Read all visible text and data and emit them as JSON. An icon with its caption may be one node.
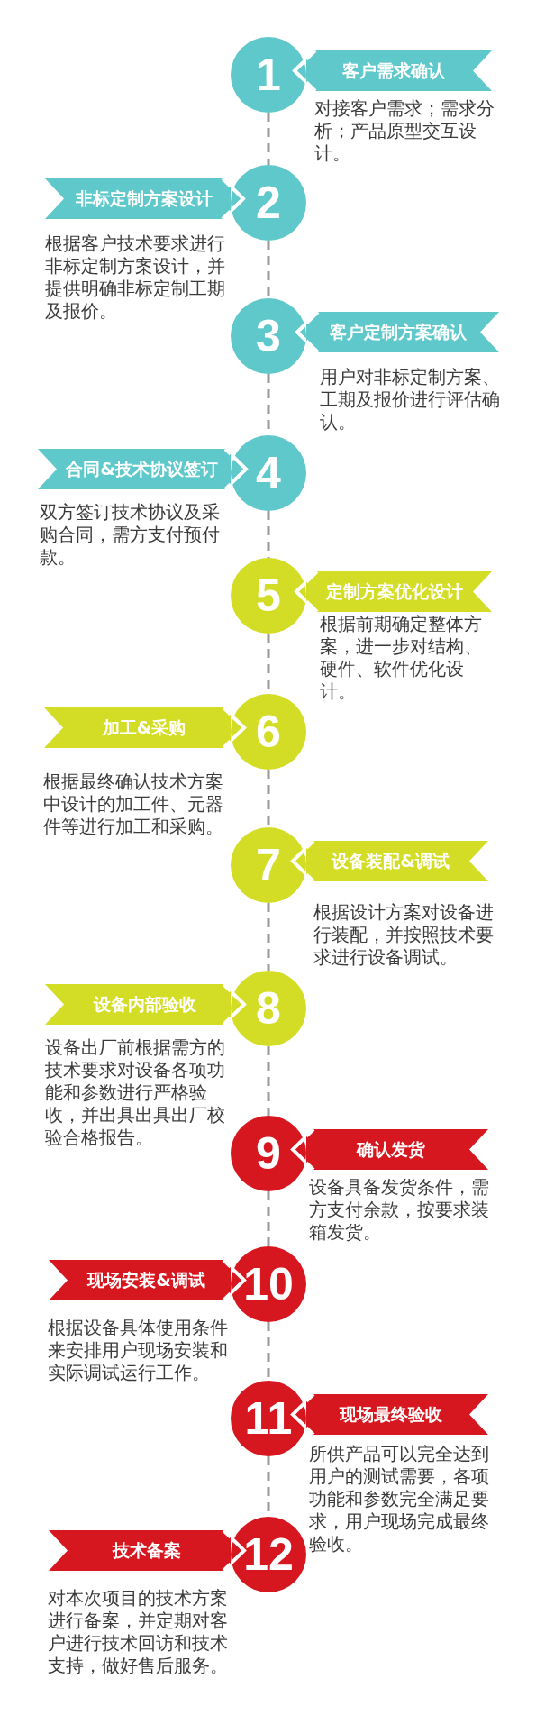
{
  "diagram": {
    "nodes": [
      {
        "text": [
          "1"
        ]
      },
      {
        "text": [
          "客户需求确认"
        ]
      },
      {
        "text": [
          "2"
        ]
      },
      {
        "text": [
          "非标定制方案设计"
        ]
      },
      {
        "text": [
          "3"
        ]
      },
      {
        "text": [
          "客户定制方案确认"
        ]
      },
      {
        "text": [
          "4"
        ]
      },
      {
        "text": [
          "合同&技术协议签订"
        ]
      },
      {
        "text": [
          "5"
        ]
      },
      {
        "text": [
          "定制方案优化设计"
        ]
      },
      {
        "text": [
          "6"
        ]
      },
      {
        "text": [
          "加工&采购"
        ]
      },
      {
        "text": [
          "7"
        ]
      },
      {
        "text": [
          "设备装配&调试"
        ]
      },
      {
        "text": [
          "8"
        ]
      },
      {
        "text": [
          "设备内部验收"
        ]
      },
      {
        "text": [
          "9"
        ]
      },
      {
        "text": [
          "确认发货"
        ]
      },
      {
        "text": [
          "10"
        ]
      },
      {
        "text": [
          "现场安装&调试"
        ]
      },
      {
        "text": [
          "11"
        ]
      },
      {
        "text": [
          "现场最终验收"
        ]
      },
      {
        "text": [
          "12"
        ]
      },
      {
        "text": [
          "技术备案"
        ]
      }
    ],
    "edges": [
      {
        "from": 0,
        "to": 2,
        "arrow": "none",
        "style": "dashed"
      },
      {
        "from": 2,
        "to": 4,
        "arrow": "none",
        "style": "dashed"
      },
      {
        "from": 4,
        "to": 6,
        "arrow": "none",
        "style": "dashed"
      },
      {
        "from": 6,
        "to": 8,
        "arrow": "none",
        "style": "dashed"
      },
      {
        "from": 8,
        "to": 10,
        "arrow": "none",
        "style": "dashed"
      },
      {
        "from": 10,
        "to": 12,
        "arrow": "none",
        "style": "dashed"
      },
      {
        "from": 12,
        "to": 14,
        "arrow": "none",
        "style": "dashed"
      },
      {
        "from": 14,
        "to": 16,
        "arrow": "none",
        "style": "dashed"
      },
      {
        "from": 16,
        "to": 18,
        "arrow": "none",
        "style": "dashed"
      },
      {
        "from": 18,
        "to": 20,
        "arrow": "none",
        "style": "dashed"
      },
      {
        "from": 20,
        "to": 22,
        "arrow": "none",
        "style": "dashed"
      }
    ],
    "labels": [
      "对接客户需求；需求分析；产品原型交互设计。",
      "根据客户技术要求进行非标定制方案设计，并提供明确非标定制工期及报价。",
      "用户对非标定制方案、工期及报价进行评估确认。",
      "双方签订技术协议及采购合同，需方支付预付款。",
      "根据前期确定整体方案，进一步对结构、硬件、软件优化设计。",
      "根据最终确认技术方案中设计的加工件、元器件等进行加工和采购。",
      "根据设计方案对设备进行装配，并按照技术要求进行设备调试。",
      "设备出厂前根据需方的技术要求对设备各项功能和参数进行严格验收，并出具出具出厂校验合格报告。",
      "设备具备发货条件，需方支付余款，按要求装箱发货。",
      "根据设备具体使用条件来安排用户现场安装和实际调试运行工作。",
      "所供产品可以完全达到用户的测试需要，各项功能和参数完全满足要求，用户现场完成最终验收。",
      "对本次项目的技术方案进行备案，并定期对客户进行技术回访和技术支持，做好售后服务。"
    ]
  }
}
